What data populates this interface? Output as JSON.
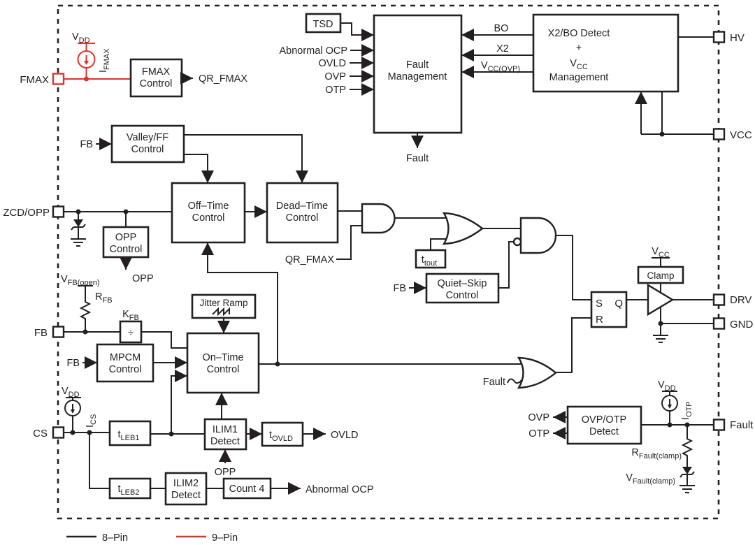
{
  "legend": {
    "pin8": "8–Pin",
    "pin9": "9–Pin"
  },
  "colors": {
    "ink": "#231f20",
    "red": "#e0332b",
    "background": "#ffffff"
  },
  "pins": {
    "fmax": "FMAX",
    "zcd_opp": "ZCD/OPP",
    "fb": "FB",
    "cs": "CS",
    "hv": "HV",
    "vcc": "VCC",
    "drv": "DRV",
    "gnd": "GND",
    "fault": "Fault"
  },
  "blocks": {
    "fmax_control": {
      "l1": "FMAX",
      "l2": "Control"
    },
    "valley_ff": {
      "l1": "Valley/FF",
      "l2": "Control"
    },
    "tsd": {
      "l1": "TSD"
    },
    "fault_management": {
      "l1": "Fault",
      "l2": "Management"
    },
    "x2_bo": {
      "l1": "X2/BO Detect",
      "l2": "+",
      "l3m": "V",
      "l3s": "CC",
      "l4": "Management"
    },
    "off_time": {
      "l1": "Off–Time",
      "l2": "Control"
    },
    "dead_time": {
      "l1": "Dead–Time",
      "l2": "Control"
    },
    "opp_control": {
      "l1": "OPP",
      "l2": "Control"
    },
    "jitter_ramp": {
      "l1": "Jitter Ramp"
    },
    "kfb_divider": {
      "l1": "÷"
    },
    "mpcm": {
      "l1": "MPCM",
      "l2": "Control"
    },
    "on_time": {
      "l1": "On–Time",
      "l2": "Control"
    },
    "t_leb1": {
      "m": "t",
      "s": "LEB1"
    },
    "t_leb2": {
      "m": "t",
      "s": "LEB2"
    },
    "ilim1": {
      "l1": "ILIM1",
      "l2": "Detect"
    },
    "ilim2": {
      "l1": "ILIM2",
      "l2": "Detect"
    },
    "count4": {
      "l1": "Count 4"
    },
    "t_ovld": {
      "m": "t",
      "s": "OVLD"
    },
    "t_tout": {
      "m": "t",
      "s": "tout"
    },
    "quiet_skip": {
      "l1": "Quiet–Skip",
      "l2": "Control"
    },
    "ovp_otp": {
      "l1": "OVP/OTP",
      "l2": "Detect"
    },
    "clamp": {
      "l1": "Clamp"
    },
    "sr_latch": {
      "s": "S",
      "r": "R",
      "q": "Q"
    }
  },
  "signals": {
    "qr_fmax": "QR_FMAX",
    "abnormal_ocp": "Abnormal OCP",
    "ovld": "OVLD",
    "ovp": "OVP",
    "otp": "OTP",
    "bo": "BO",
    "x2": "X2",
    "vcc_ovp_m": "V",
    "vcc_ovp_s": "CC(OVP)",
    "fault": "Fault",
    "fb": "FB",
    "opp": "OPP"
  },
  "parts": {
    "v": "V",
    "i": "I",
    "r": "R",
    "k": "K",
    "dd": "DD",
    "cc": "CC",
    "fmax": "FMAX",
    "cs": "CS",
    "otp": "OTP",
    "fb": "FB",
    "fb_open": "FB(open)",
    "fault_clamp": "Fault(clamp)"
  }
}
